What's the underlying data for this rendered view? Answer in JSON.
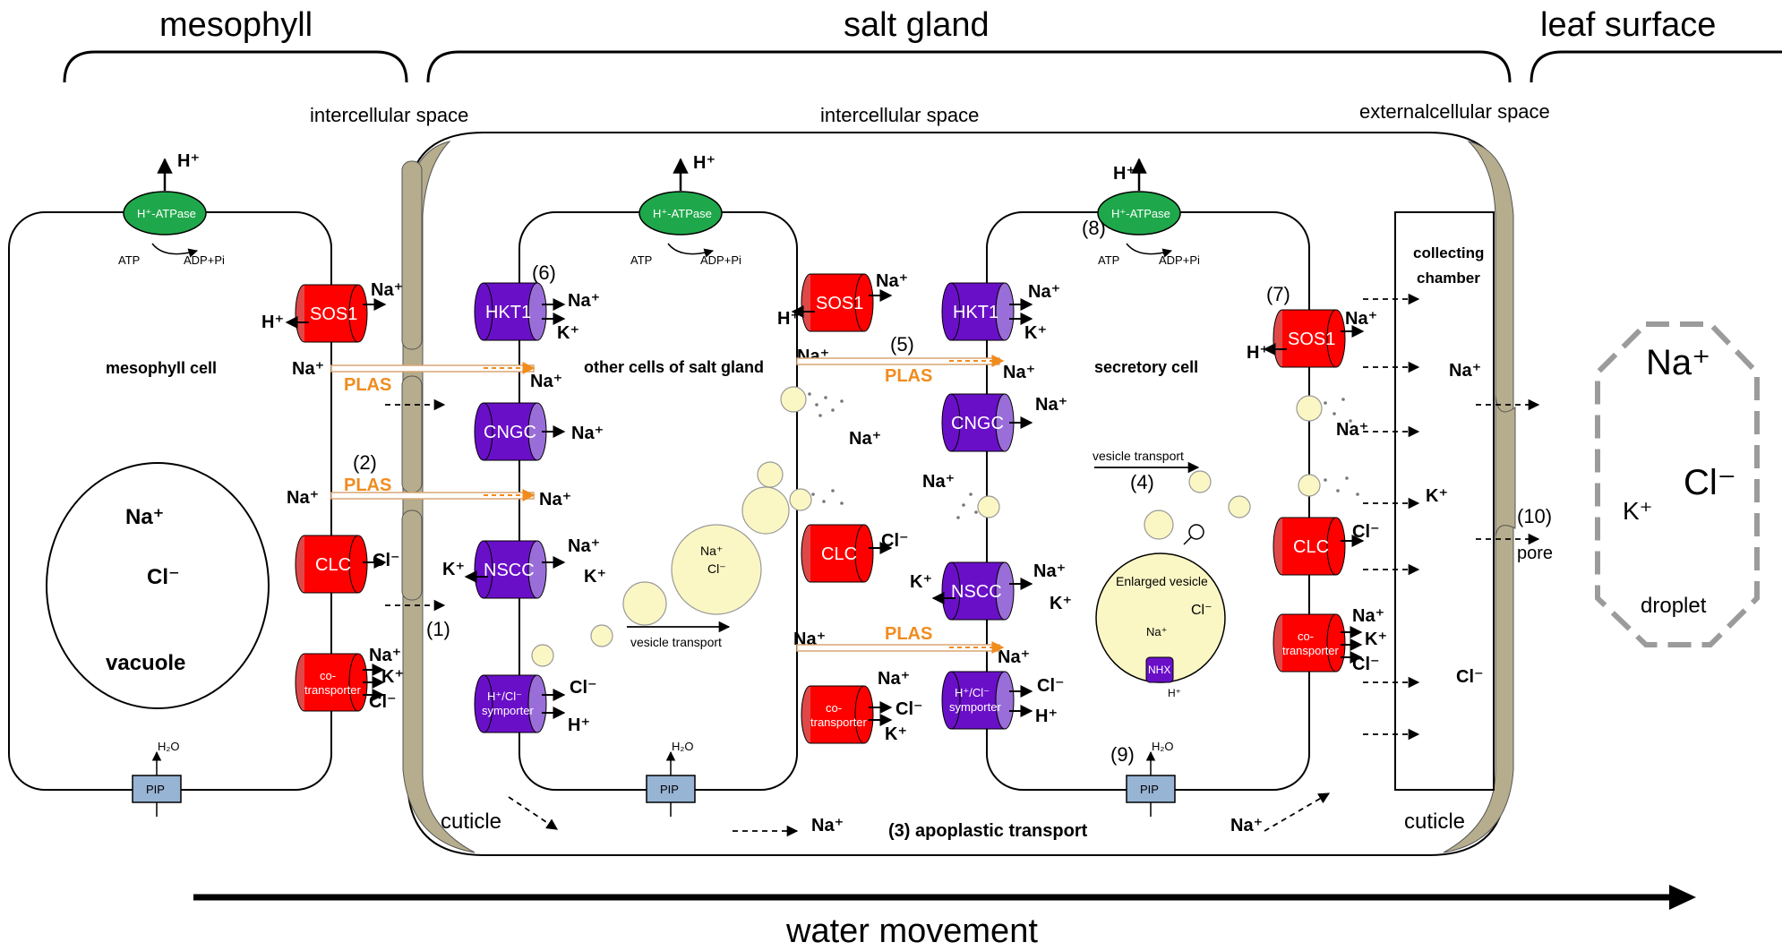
{
  "regions": {
    "mesophyll": "mesophyll",
    "salt_gland": "salt gland",
    "leaf_surface": "leaf surface"
  },
  "spaces": {
    "intercellular_1": "intercellular space",
    "intercellular_2": "intercellular space",
    "external": "externalcellular space"
  },
  "atpase": {
    "label": "H⁺-ATPase",
    "atp": "ATP",
    "adp": "ADP+Pi",
    "proton": "H⁺"
  },
  "pip": {
    "label": "PIP",
    "water": "H₂O"
  },
  "ions": {
    "na": "Na⁺",
    "cl": "Cl⁻",
    "k": "K⁺",
    "h": "H⁺"
  },
  "channels": {
    "sos1": "SOS1",
    "clc": "CLC",
    "co_transporter": "co-\ntransporter",
    "hkt1": "HKT1",
    "cngc": "CNGC",
    "nscc": "NSCC",
    "h_cl_symporter": "H⁺/Cl⁻\nsymporter",
    "nhx": "NHX"
  },
  "cells": {
    "mesophyll_cell": "mesophyll cell",
    "vacuole": "vacuole",
    "other_cells": "other cells of salt gland",
    "secretory_cell": "secretory cell",
    "enlarged_vesicle": "Enlarged vesicle",
    "collecting_chamber": "collecting\nchamber",
    "cuticle": "cuticle",
    "pore": "pore",
    "droplet": "droplet"
  },
  "pathways": {
    "plas": "PLAS",
    "vesicle_transport": "vesicle transport",
    "apoplastic": "(3)  apoplastic transport",
    "water_movement": "water movement"
  },
  "steps": [
    "(1)",
    "(2)",
    "(3)",
    "(4)",
    "(5)",
    "(6)",
    "(7)",
    "(8)",
    "(9)",
    "(10)"
  ],
  "colors": {
    "red": "#ff0000",
    "purple": "#6a0fc8",
    "green": "#1fa84b",
    "pip": "#98b4d4",
    "cuticle": "#b5ad8d",
    "vesicle": "#fbf7c4",
    "plas": "#f08c1e",
    "droplet": "#9b9b9b"
  }
}
